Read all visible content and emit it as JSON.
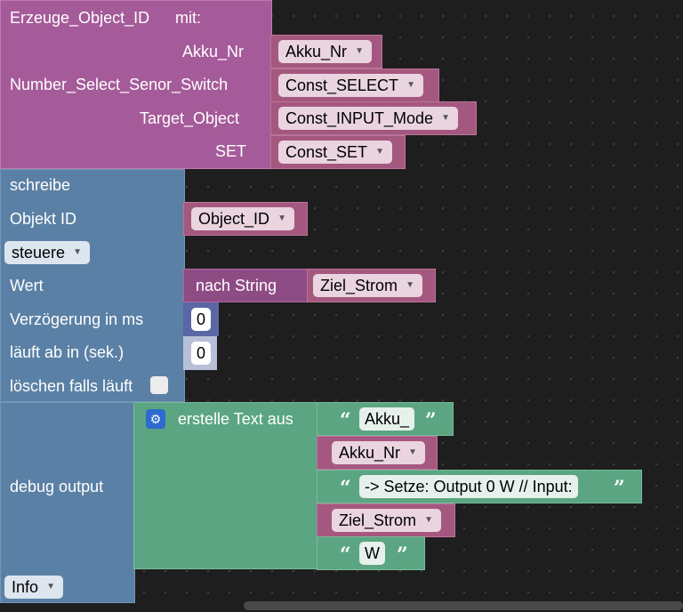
{
  "function_block": {
    "title": "Erzeuge_Object_ID",
    "with": "mit:",
    "params": [
      {
        "label": "Akku_Nr",
        "value": "Akku_Nr"
      },
      {
        "label": "Number_Select_Senor_Switch",
        "value": "Const_SELECT"
      },
      {
        "label": "Target_Object",
        "value": "Const_INPUT_Mode"
      },
      {
        "label": "SET",
        "value": "Const_SET"
      }
    ]
  },
  "write_block": {
    "title": "schreibe",
    "object_id_label": "Objekt ID",
    "object_id_value": "Object_ID",
    "mode": "steuere",
    "value_label": "Wert",
    "to_string": "nach String",
    "to_string_value": "Ziel_Strom",
    "delay_label": "Verzögerung in ms",
    "delay_value": "0",
    "expire_label": "läuft ab in (sek.)",
    "expire_value": "0",
    "clear_label": "löschen falls läuft"
  },
  "debug_block": {
    "label": "debug output",
    "text_label": "erstelle Text aus",
    "items": [
      {
        "kind": "text",
        "value": "Akku_"
      },
      {
        "kind": "var",
        "value": "Akku_Nr"
      },
      {
        "kind": "text",
        "value": "-> Setze: Output 0 W // Input:"
      },
      {
        "kind": "var",
        "value": "Ziel_Strom"
      },
      {
        "kind": "text",
        "value": "W"
      }
    ],
    "level": "Info"
  },
  "colors": {
    "procedure": "#a55b99",
    "action": "#5b80a5",
    "text": "#5ba582",
    "variable": "#a5587f",
    "canvas": "#1e1e1e"
  },
  "icons": {
    "dropdown": "▼",
    "gear": "⚙",
    "quote_open": "“",
    "quote_close": "”"
  }
}
